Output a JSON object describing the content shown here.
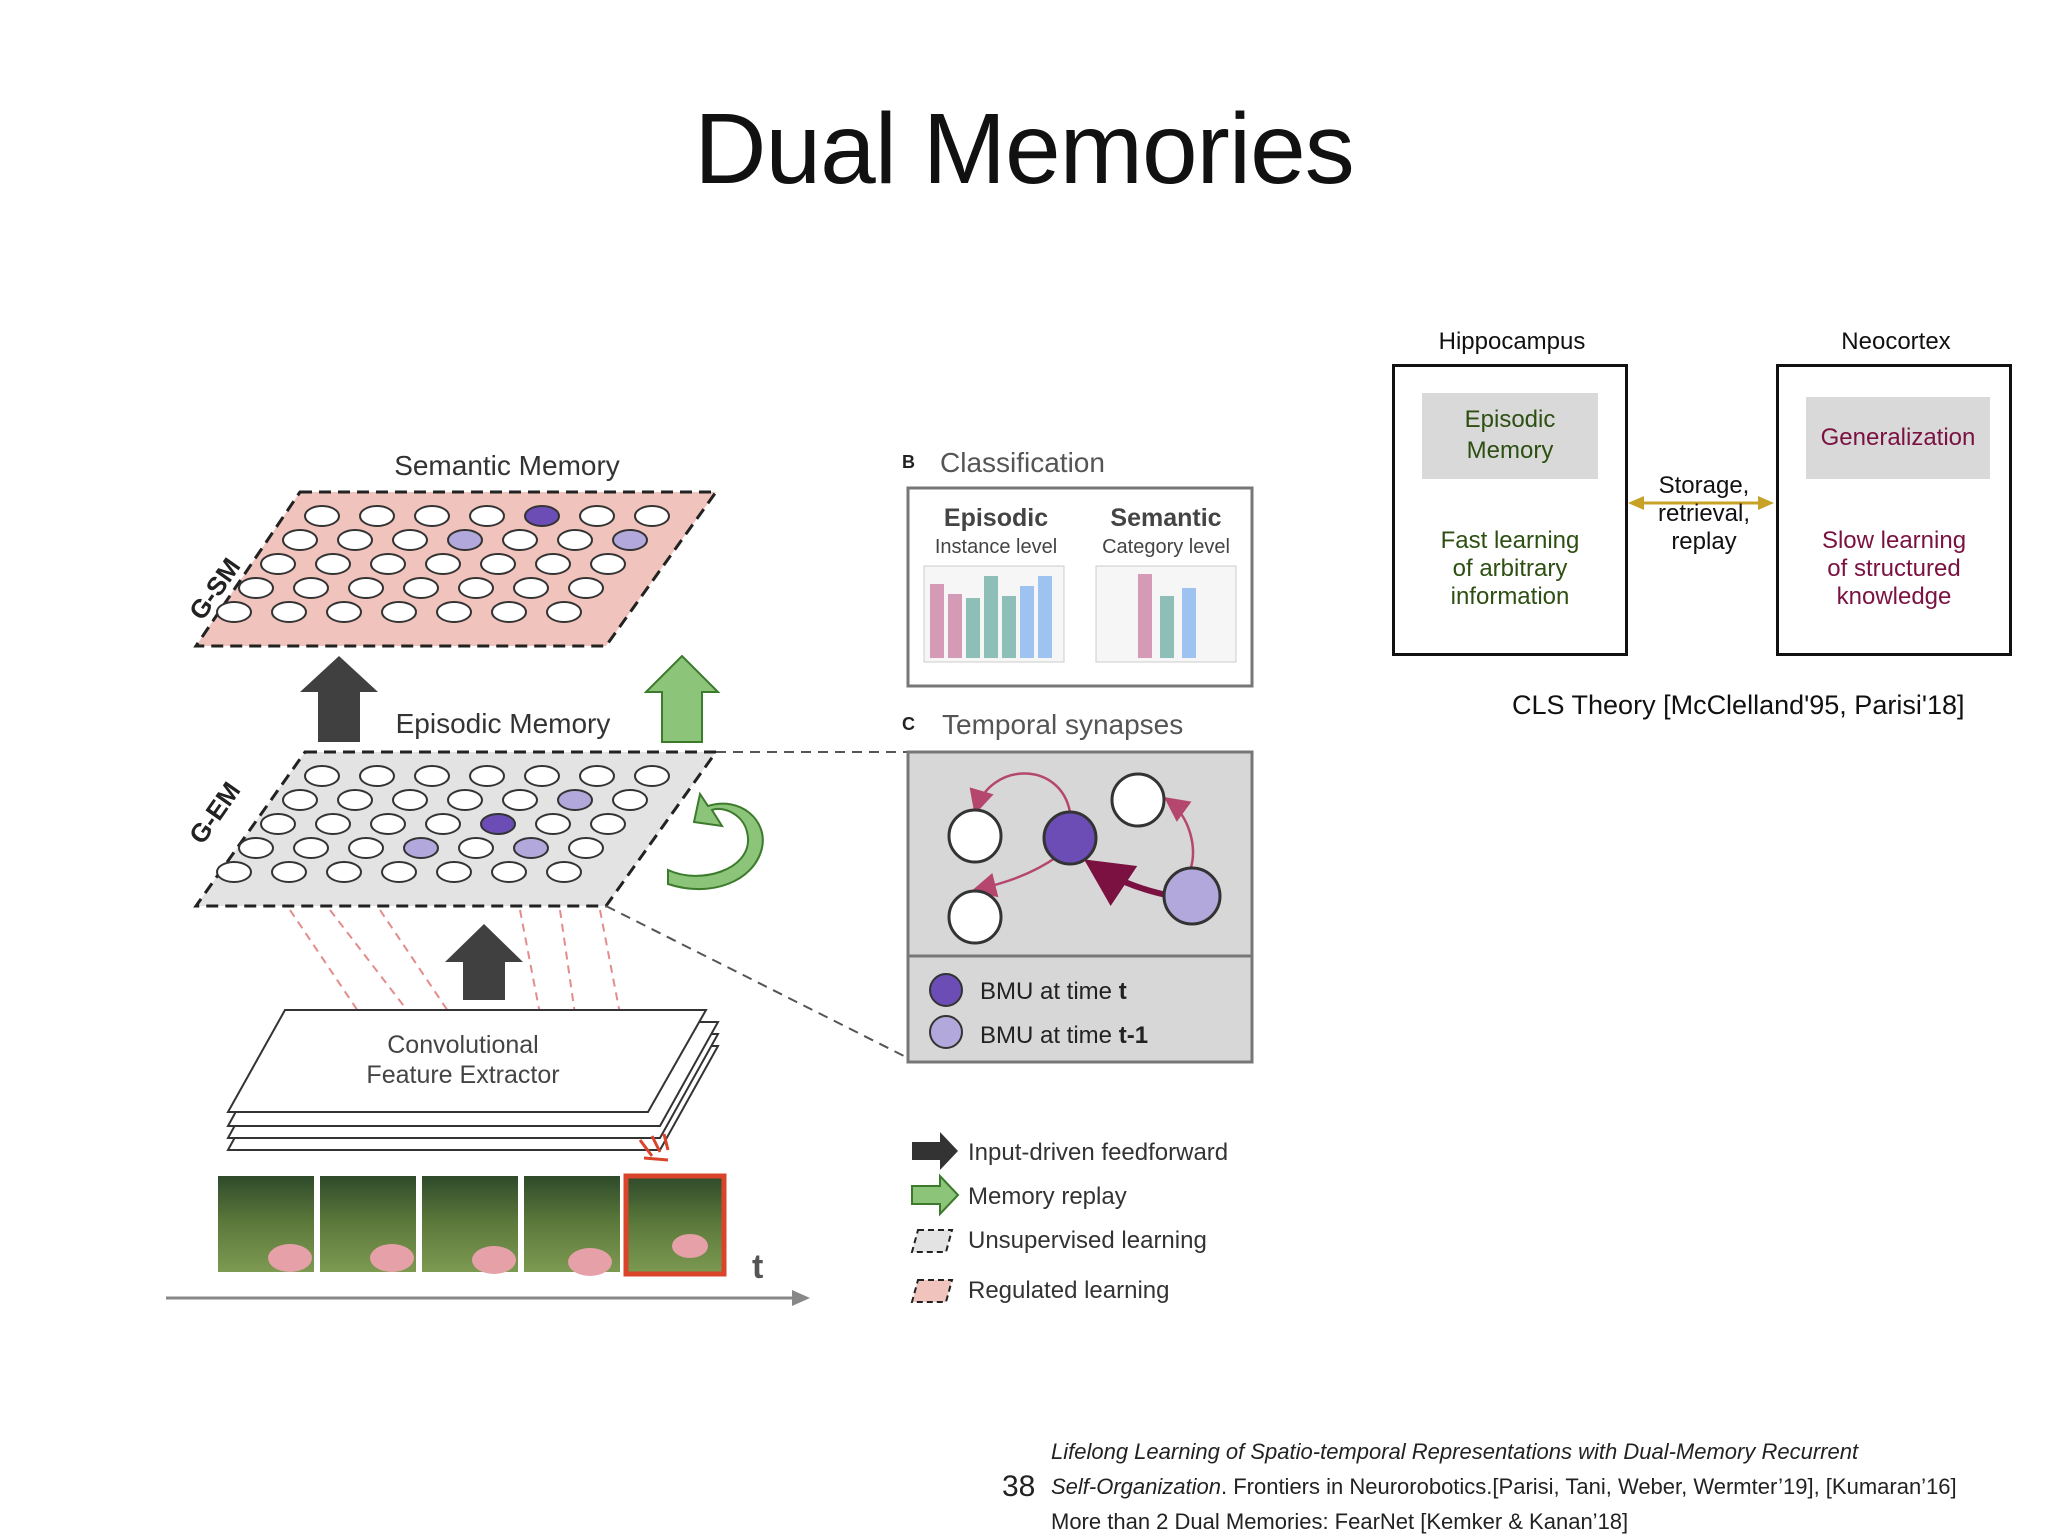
{
  "title": "Dual Memories",
  "figure": {
    "semantic_memory_label": "Semantic Memory",
    "episodic_memory_label": "Episodic Memory",
    "gsm_label": "G-SM",
    "gem_label": "G-EM",
    "conv_line1": "Convolutional",
    "conv_line2": "Feature Extractor",
    "time_label": "t",
    "panel_b_letter": "B",
    "panel_b_title": "Classification",
    "episodic_head": "Episodic",
    "episodic_sub": "Instance level",
    "semantic_head": "Semantic",
    "semantic_sub": "Category level",
    "panel_c_letter": "C",
    "panel_c_title": "Temporal synapses",
    "bmu_t_prefix": "BMU at time ",
    "bmu_t_suffix": "t",
    "bmu_t1_prefix": "BMU at time ",
    "bmu_t1_suffix": "t-1",
    "legend": [
      "Input-driven feedforward",
      "Memory replay",
      "Unsupervised learning",
      "Regulated learning"
    ],
    "colors": {
      "semantic_layer": "#f0c4bc",
      "episodic_layer": "#e3e3e3",
      "bmu": "#6b4db5",
      "bmu_prev": "#b3a8dc",
      "replay_arrow": "#8cc47a",
      "feedforward_arrow": "#404040"
    }
  },
  "cls": {
    "hippocampus": "Hippocampus",
    "neocortex": "Neocortex",
    "episodic_line1": "Episodic",
    "episodic_line2": "Memory",
    "fast_line1": "Fast learning",
    "fast_line2": "of arbitrary",
    "fast_line3": "information",
    "storage_line1": "Storage,",
    "storage_line2": "retrieval,",
    "storage_line3": "replay",
    "generalization": "Generalization",
    "slow_line1": "Slow learning",
    "slow_line2": "of structured",
    "slow_line3": "knowledge",
    "caption": "CLS Theory [McClelland'95, Parisi'18]",
    "colors": {
      "green_text": "#2d4f12",
      "maroon_text": "#7a1141",
      "arrow": "#c8a227"
    }
  },
  "footer": {
    "page_number": "38",
    "line1_italic": "Lifelong Learning of Spatio-temporal Representations with Dual-Memory Recurrent",
    "line2_italic": "Self-Organization",
    "line2_rest": ". Frontiers in Neurorobotics.[Parisi, Tani, Weber, Wermter’19], [Kumaran’16]",
    "line3": "More than 2 Dual Memories: FearNet [Kemker & Kanan’18]"
  }
}
